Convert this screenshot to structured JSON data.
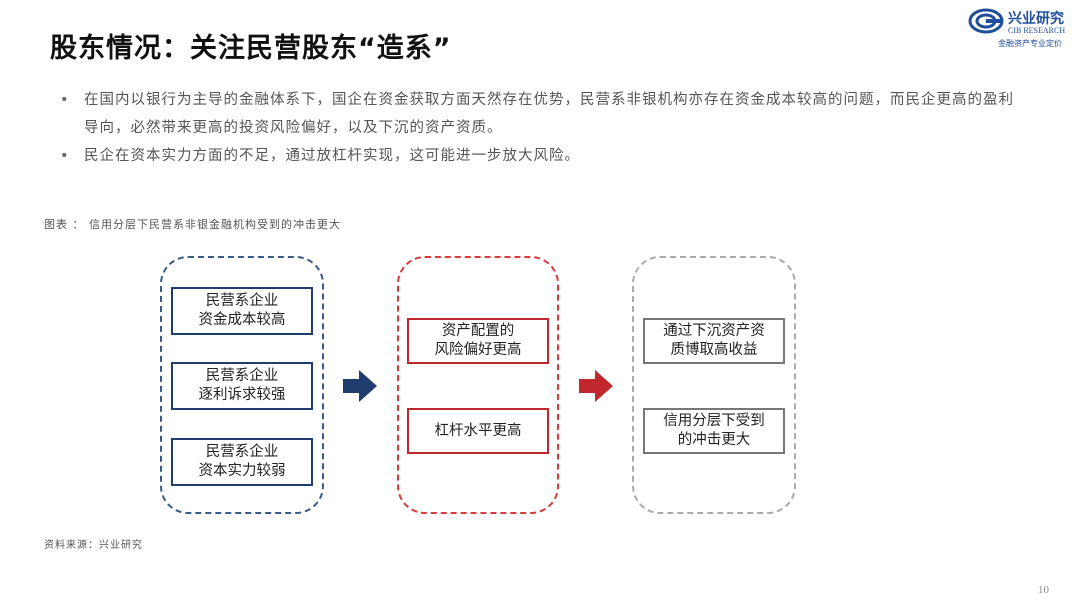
{
  "title": "股东情况：关注民营股东“造系”",
  "logo": {
    "cn": "兴业研究",
    "en": "CIB RESEARCH",
    "tagline": "金融资产专业定价"
  },
  "bullets": [
    "在国内以银行为主导的金融体系下，国企在资金获取方面天然存在优势，民营系非银机构亦存在资金成本较高的问题，而民企更高的盈利导向，必然带来更高的投资风险偏好，以及下沉的资产资质。",
    "民企在资本实力方面的不足，通过放杠杆实现，这可能进一步放大风险。"
  ],
  "bullet_marker": "•",
  "figure_caption": "图表 ： 信用分层下民营系非银金融机构受到的冲击更大",
  "diagram": {
    "col1": [
      "民营系企业\n资金成本较高",
      "民营系企业\n逐利诉求较强",
      "民营系企业\n资本实力较弱"
    ],
    "col2": [
      "资产配置的\n风险偏好更高",
      "杠杆水平更高"
    ],
    "col3": [
      "通过下沉资产资\n质博取高收益",
      "信用分层下受到\n的冲击更大"
    ]
  },
  "colors": {
    "blue": "#1f3d6e",
    "red": "#c0282d",
    "gray": "#777777"
  },
  "source": "资料来源：兴业研究",
  "page_number": "10"
}
